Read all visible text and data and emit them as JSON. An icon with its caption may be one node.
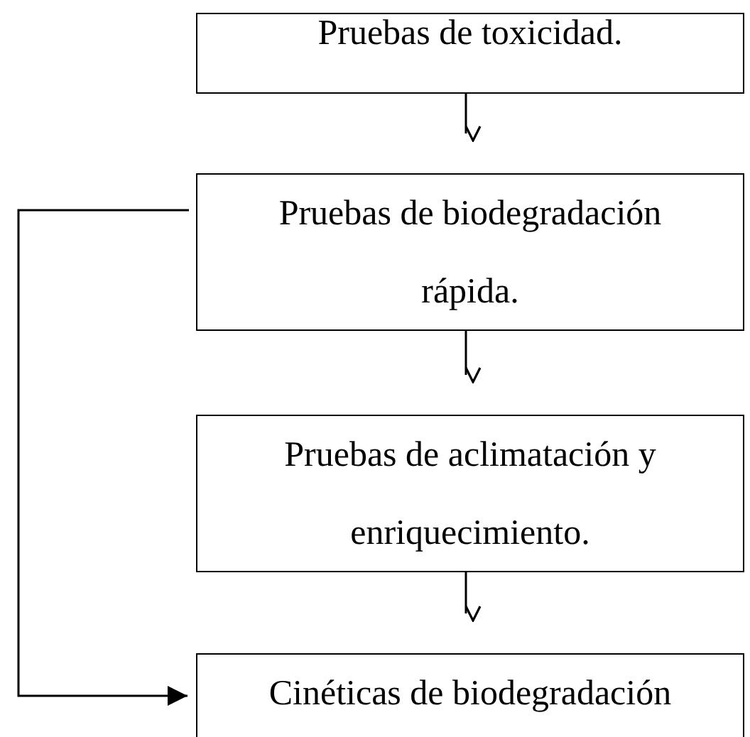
{
  "diagram": {
    "nodes": [
      {
        "text": [
          "Pruebas de toxicidad."
        ]
      },
      {
        "text": [
          "Pruebas de biodegradación rápida."
        ]
      },
      {
        "text": [
          "Pruebas de aclimatación y enriquecimiento."
        ]
      },
      {
        "text": [
          "Cinéticas de biodegradación"
        ]
      }
    ],
    "edges": [
      {
        "from": 0,
        "to": 1,
        "arrow": "to"
      },
      {
        "from": 1,
        "to": 2,
        "arrow": "to"
      },
      {
        "from": 2,
        "to": 3,
        "arrow": "to"
      },
      {
        "from": 1,
        "to": 3,
        "arrow": "to"
      }
    ]
  }
}
